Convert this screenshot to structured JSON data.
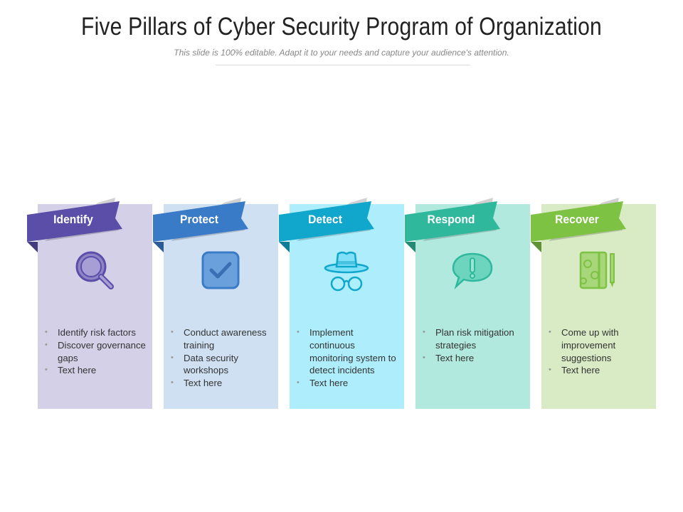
{
  "header": {
    "title": "Five Pillars of Cyber Security Program of Organization",
    "subtitle": "This slide is 100% editable. Adapt it to your needs and capture your audience's attention."
  },
  "pillars": [
    {
      "label": "Identify",
      "icon": "magnifier-icon",
      "color": "#5b4ea8",
      "bg": "#d3d0e8",
      "items": [
        "Identify risk factors",
        "Discover governance gaps",
        "Text here"
      ]
    },
    {
      "label": "Protect",
      "icon": "checkbox-icon",
      "color": "#3a7bc8",
      "bg": "#cfe0f3",
      "items": [
        "Conduct awareness training",
        "Data security workshops",
        "Text here"
      ]
    },
    {
      "label": "Detect",
      "icon": "spy-hat-glasses-icon",
      "color": "#11a6cc",
      "bg": "#aeeefc",
      "items": [
        "Implement continuous monitoring system to detect incidents",
        "Text here"
      ]
    },
    {
      "label": "Respond",
      "icon": "alert-speech-bubble-icon",
      "color": "#2fb89c",
      "bg": "#b2e9de",
      "items": [
        "Plan risk mitigation strategies",
        "Text here"
      ]
    },
    {
      "label": "Recover",
      "icon": "notebook-pencil-icon",
      "color": "#7dc242",
      "bg": "#d8ebc4",
      "items": [
        "Come up with improvement suggestions",
        "Text here"
      ]
    }
  ]
}
